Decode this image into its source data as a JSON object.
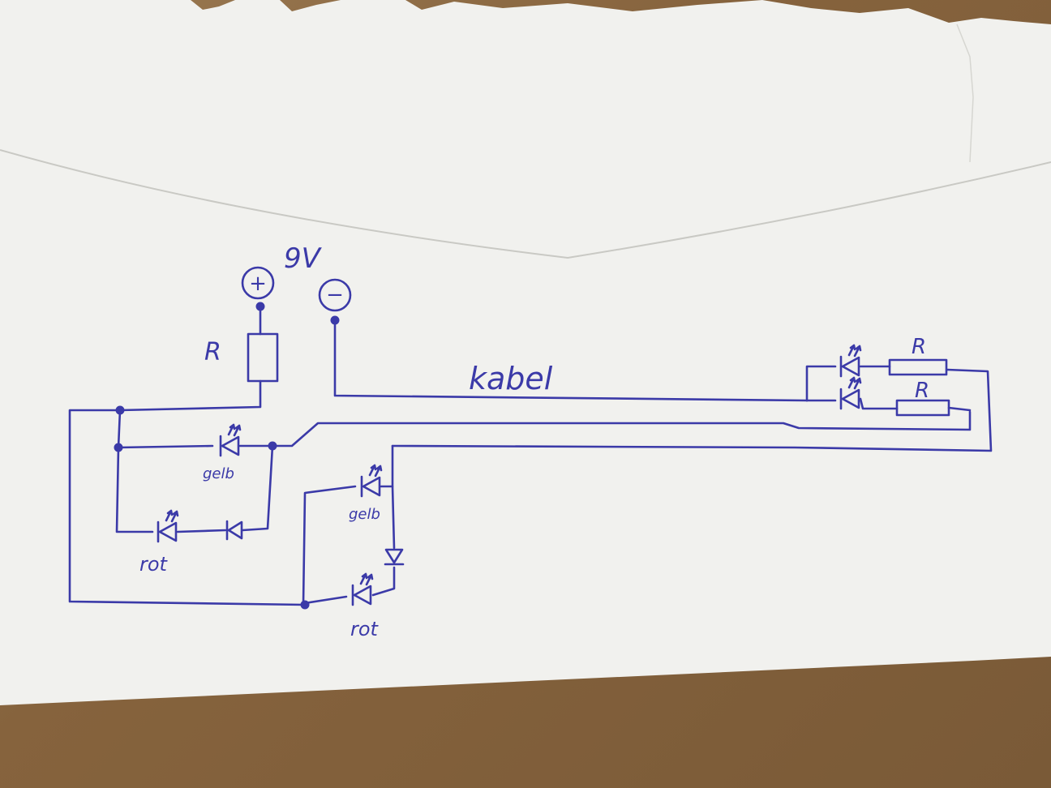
{
  "colors": {
    "ink": "#3b3aa8",
    "paper": "#f1f1ee",
    "table": "#86633d"
  },
  "battery": {
    "voltage": "9V",
    "plus_symbol": "+",
    "minus_symbol": "−"
  },
  "labels": {
    "resistor_main": "R",
    "cable": "kabel",
    "resistor_right_top": "R",
    "resistor_right_bottom": "R",
    "led_left_top_color": "gelb",
    "led_left_bottom_color": "rot",
    "led_mid_top_color": "gelb",
    "led_mid_bottom_color": "rot"
  }
}
